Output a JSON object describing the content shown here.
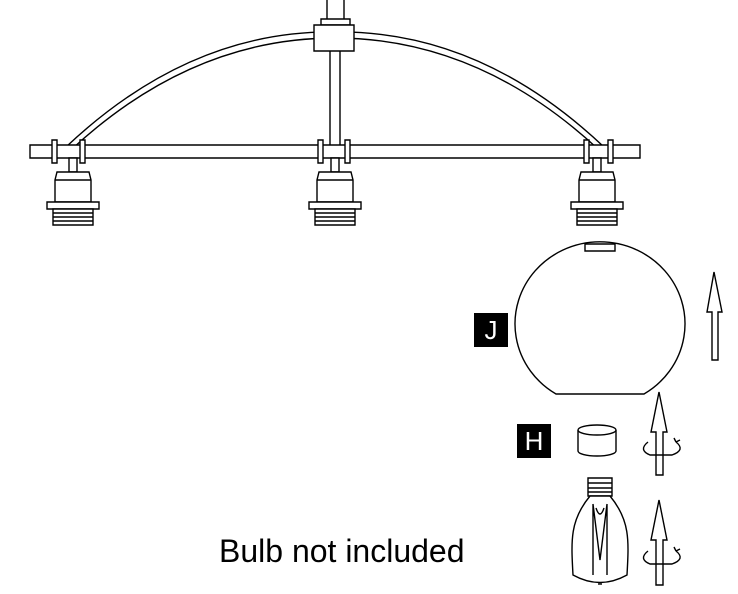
{
  "labels": {
    "shade_part": "J",
    "cap_part": "H"
  },
  "note": "Bulb not included",
  "colors": {
    "line": "#000000",
    "background": "#ffffff",
    "badge_bg": "#000000",
    "badge_text": "#ffffff"
  },
  "icons": [
    "up-arrow-icon",
    "rotate-arrow-icon"
  ]
}
